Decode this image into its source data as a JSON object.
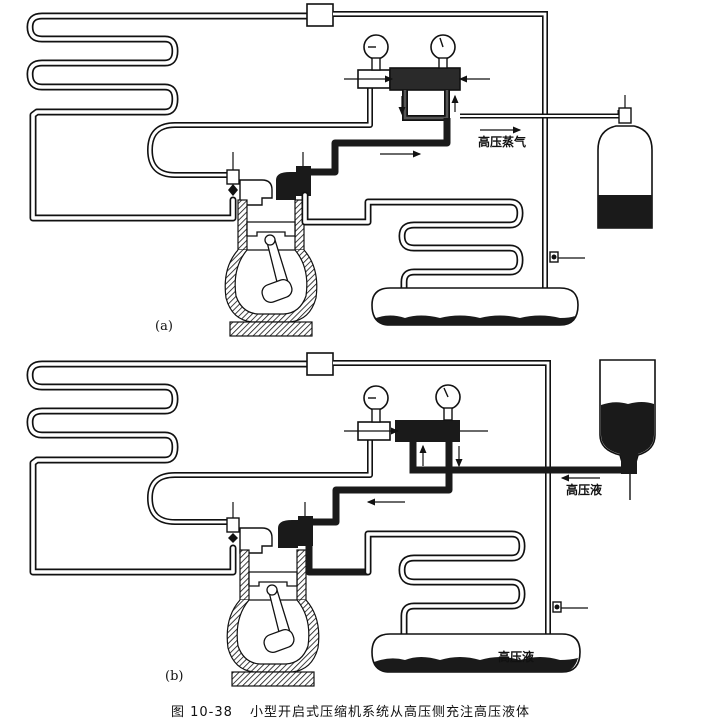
{
  "figure": {
    "number": "图 10-38",
    "title": "小型开启式压缩机系统从高压侧充注高压液体"
  },
  "colors": {
    "ink": "#111111",
    "paper": "#ffffff",
    "refrigerant_fill": "#1a1a1a"
  },
  "panels": [
    {
      "id": "a",
      "label": "(a)",
      "flow_label": "高压蒸气",
      "components": [
        "evaporator-coil",
        "filter-drier",
        "manifold-gauge-set",
        "low-pressure-gauge",
        "high-pressure-gauge",
        "compressor",
        "service-valves",
        "condenser-coil",
        "receiver",
        "charging-cylinder-upright"
      ],
      "cylinder_orientation": "upright",
      "charge_state": "vapor"
    },
    {
      "id": "b",
      "label": "(b)",
      "flow_label": "高压液",
      "receiver_label": "高压液",
      "components": [
        "evaporator-coil",
        "filter-drier",
        "manifold-gauge-set",
        "low-pressure-gauge",
        "high-pressure-gauge",
        "compressor",
        "service-valves",
        "condenser-coil",
        "receiver",
        "charging-cylinder-inverted"
      ],
      "cylinder_orientation": "inverted",
      "charge_state": "liquid"
    }
  ]
}
